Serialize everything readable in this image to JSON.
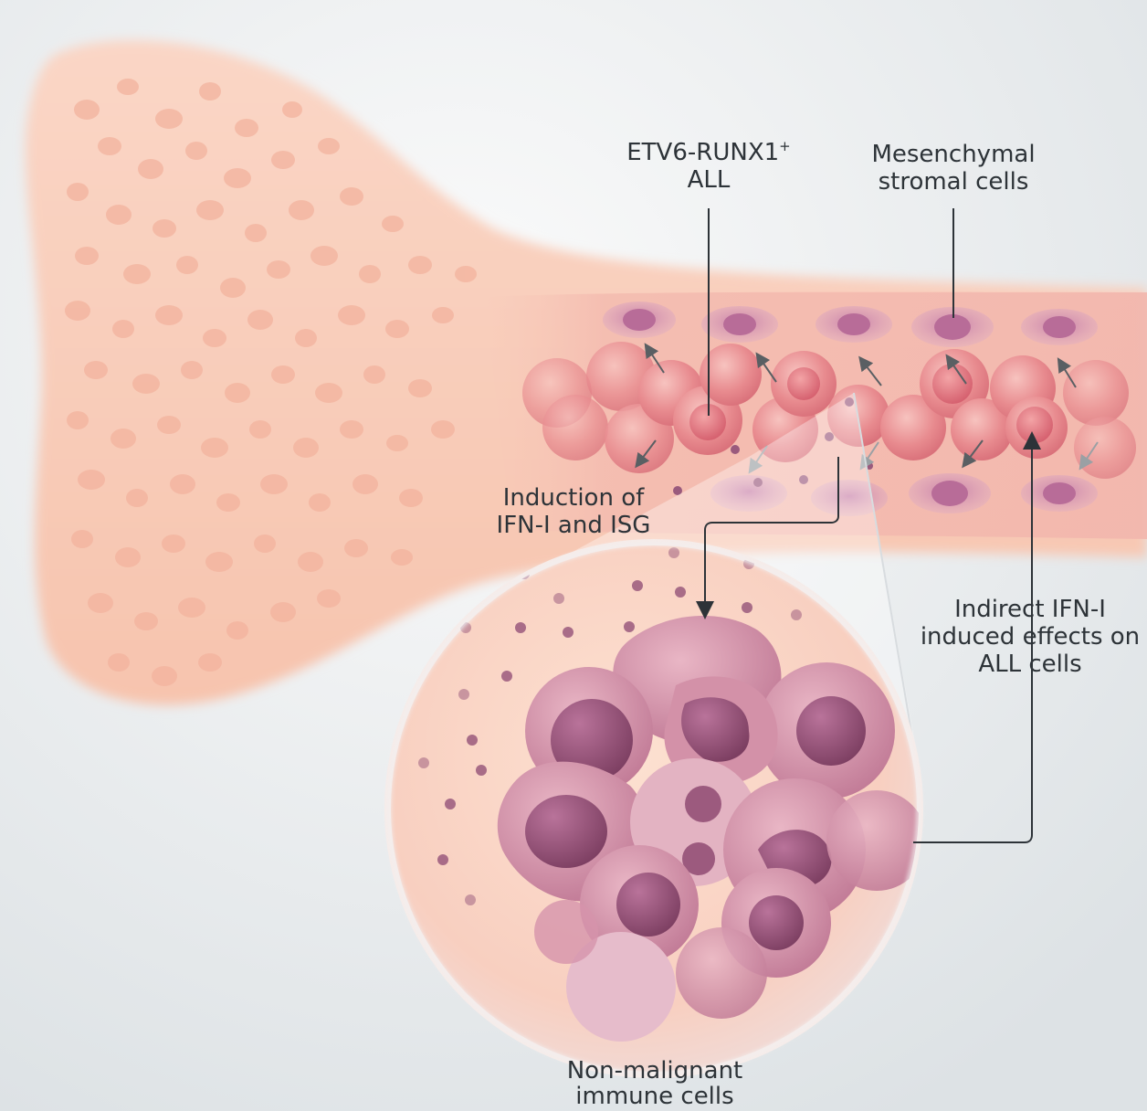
{
  "labels": {
    "etv6": {
      "line1": "ETV6-RUNX1",
      "superscript": "+",
      "line2": "ALL"
    },
    "mesenchymal": {
      "line1": "Mesenchymal",
      "line2": "stromal cells"
    },
    "induction": {
      "line1": "Induction of",
      "line2": "IFN-I and ISG"
    },
    "indirect": {
      "line1": "Indirect IFN-I",
      "line2": "induced effects on",
      "line3": "ALL cells"
    },
    "immune": {
      "line1": "Non-malignant",
      "line2": "immune cells"
    }
  },
  "colors": {
    "background": "#eef0f1",
    "bone": "#f9cdb9",
    "bone_spot": "#f6b7a1",
    "all_cell": "#e6868a",
    "stromal_cell": "#c48cb0",
    "immune_cell": "#c78aa0",
    "nucleus": "#8e4f6a",
    "arrow": "#2d3338"
  }
}
